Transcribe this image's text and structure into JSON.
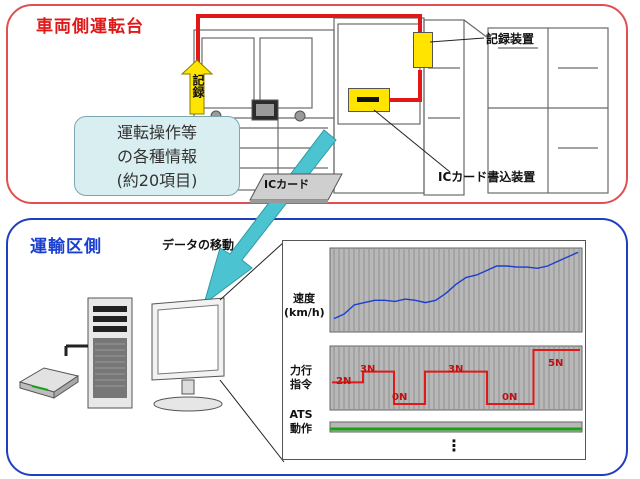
{
  "top_panel": {
    "title": "車両側運転台",
    "recorder_label": "記録装置",
    "writer_label": "ICカード書込装置",
    "record_arrow_label": "記録",
    "info_lines": [
      "運転操作等",
      "の各種情報",
      "(約20項目)"
    ],
    "card_label": "ICカード"
  },
  "bottom_panel": {
    "title": "運輸区側",
    "transfer_label": "データの移動"
  },
  "chart": {
    "speed_label_line1": "速度",
    "speed_label_line2": "(km/h)",
    "power_label_line1": "力行",
    "power_label_line2": "指令",
    "ats_label_line1": "ATS",
    "ats_label_line2": "動作",
    "power_notch_labels": [
      "2N",
      "3N",
      "0N",
      "3N",
      "0N",
      "5N"
    ],
    "ellipsis": "⋮"
  },
  "chart_data": {
    "type": "line",
    "series": [
      {
        "values": [
          10,
          14,
          22,
          24,
          26,
          26,
          25,
          27,
          26,
          24,
          26,
          32,
          40,
          46,
          48,
          52,
          56,
          56,
          55,
          55,
          54,
          56,
          60,
          64,
          68
        ]
      },
      {
        "values": [
          2,
          2,
          3,
          3,
          0,
          0,
          3,
          3,
          3,
          3,
          0,
          0,
          0,
          5,
          5,
          5
        ]
      }
    ]
  },
  "colors": {
    "red": "#e01818",
    "blue_border": "#1f3fbf",
    "teal_arrow": "#4cc3d0",
    "yellow": "#ffe400",
    "speed_line": "#1a3fd0",
    "power_line": "#e01818",
    "ats_line": "#19a019",
    "chart_grid_bg": "#b8b8b8"
  }
}
